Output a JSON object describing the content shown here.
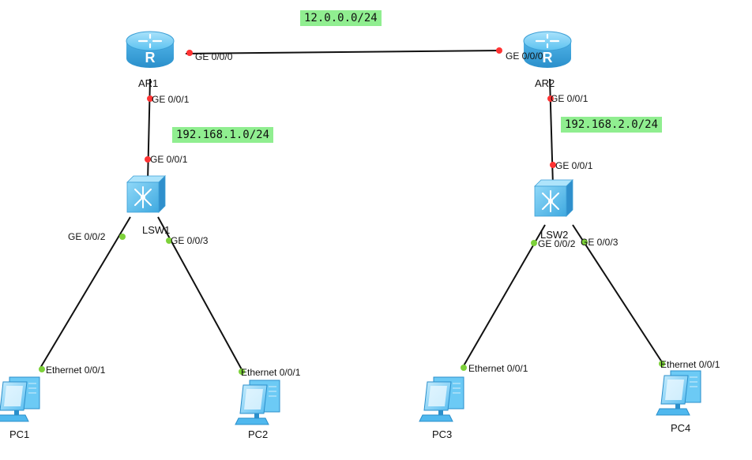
{
  "networks": {
    "wan": "12.0.0.0/24",
    "lan1": "192.168.1.0/24",
    "lan2": "192.168.2.0/24"
  },
  "devices": {
    "ar1": "AR1",
    "ar2": "AR2",
    "lsw1": "LSW1",
    "lsw2": "LSW2",
    "pc1": "PC1",
    "pc2": "PC2",
    "pc3": "PC3",
    "pc4": "PC4"
  },
  "ports": {
    "ar1_g000": "GE 0/0/0",
    "ar2_g000": "GE 0/0/0",
    "ar1_g001": "GE 0/0/1",
    "lsw1_g001": "GE 0/0/1",
    "ar2_g001": "GE 0/0/1",
    "lsw2_g001": "GE 0/0/1",
    "lsw1_g002": "GE 0/0/2",
    "lsw1_g003": "GE 0/0/3",
    "lsw2_g002": "GE 0/0/2",
    "lsw2_g003": "GE 0/0/3",
    "pc1_eth": "Ethernet 0/0/1",
    "pc2_eth": "Ethernet 0/0/1",
    "pc3_eth": "Ethernet 0/0/1",
    "pc4_eth": "Ethernet 0/0/1"
  },
  "colors": {
    "link": "#111111",
    "router_port": "#ff3333",
    "switch_port": "#7dd13a",
    "net_label_bg": "#90ee90",
    "device_blue": "#4fb8ee"
  },
  "icons": {
    "router": "router-icon",
    "switch": "switch-icon",
    "pc": "pc-icon"
  }
}
